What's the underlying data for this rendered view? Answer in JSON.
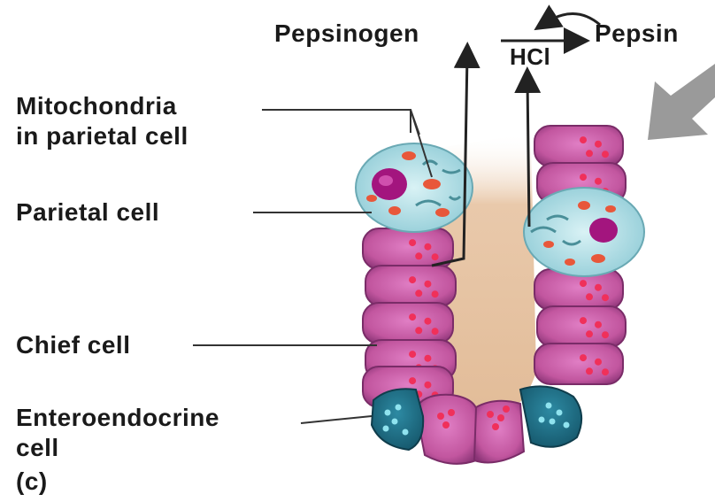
{
  "labels": {
    "pepsinogen": "Pepsinogen",
    "pepsin": "Pepsin",
    "hcl": "HCl",
    "mitochondria_line1": "Mitochondria",
    "mitochondria_line2": "in parietal cell",
    "parietal_cell": "Parietal cell",
    "chief_cell": "Chief cell",
    "enteroendocrine_line1": "Enteroendocrine",
    "enteroendocrine_line2": "cell",
    "panel": "(c)"
  },
  "colors": {
    "chief_cell": "#c2569f",
    "chief_cell_dark": "#7a2c68",
    "chief_granule": "#f0305a",
    "parietal_cell": "#a9dce3",
    "parietal_nucleus": "#a3157e",
    "mitochondria": "#e8573a",
    "enteroendocrine": "#1f6e86",
    "enteroendocrine_dot": "#8fe3ef",
    "lumen": "#e7c4a4",
    "line": "#333333",
    "big_arrow": "#9a9a9a"
  }
}
